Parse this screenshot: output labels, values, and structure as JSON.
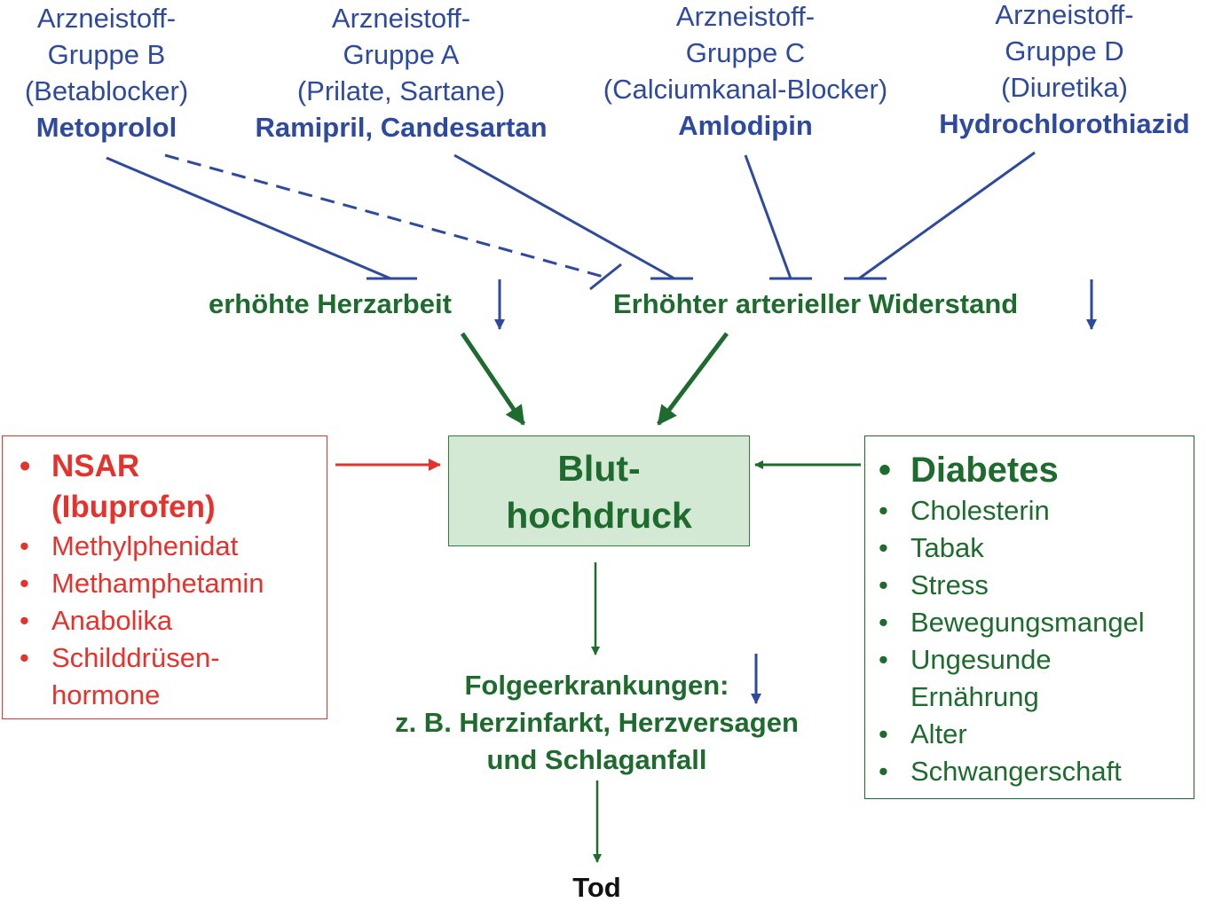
{
  "drug_groups": {
    "b": {
      "line1": "Arzneistoff-",
      "line2": "Gruppe B",
      "line3": "(Betablocker)",
      "drug": "Metoprolol"
    },
    "a": {
      "line1": "Arzneistoff-",
      "line2": "Gruppe A",
      "line3": "(Prilate, Sartane)",
      "drug": "Ramipril, Candesartan"
    },
    "c": {
      "line1": "Arzneistoff-",
      "line2": "Gruppe C",
      "line3": "(Calciumkanal-Blocker)",
      "drug": "Amlodipin"
    },
    "d": {
      "line1": "Arzneistoff-",
      "line2": "Gruppe D",
      "line3": "(Diuretika)",
      "drug": "Hydrochlorothiazid"
    }
  },
  "mechanisms": {
    "heart_work": "erhöhte Herzarbeit",
    "resistance": "Erhöhter arterieller Widerstand"
  },
  "center": {
    "line1": "Blut-",
    "line2": "hochdruck"
  },
  "raising_factors": {
    "items": [
      "NSAR",
      "(Ibuprofen)",
      "Methylphenidat",
      "Methamphetamin",
      "Anabolika",
      "Schilddrüsen-",
      "hormone"
    ]
  },
  "risk_factors": {
    "items": [
      "Diabetes",
      "Cholesterin",
      "Tabak",
      "Stress",
      "Bewegungsmangel",
      "Ungesunde",
      "Ernährung",
      "Alter",
      "Schwangerschaft"
    ]
  },
  "consequences": {
    "line1": "Folgeerkrankungen:",
    "line2": "z. B. Herzinfarkt, Herzversagen",
    "line3": "und Schlaganfall"
  },
  "outcome": "Tod",
  "colors": {
    "drug_blue": "#2e4a9e",
    "green": "#1e6b2e",
    "red": "#e5322d",
    "box_fill": "#d3e9d3"
  }
}
